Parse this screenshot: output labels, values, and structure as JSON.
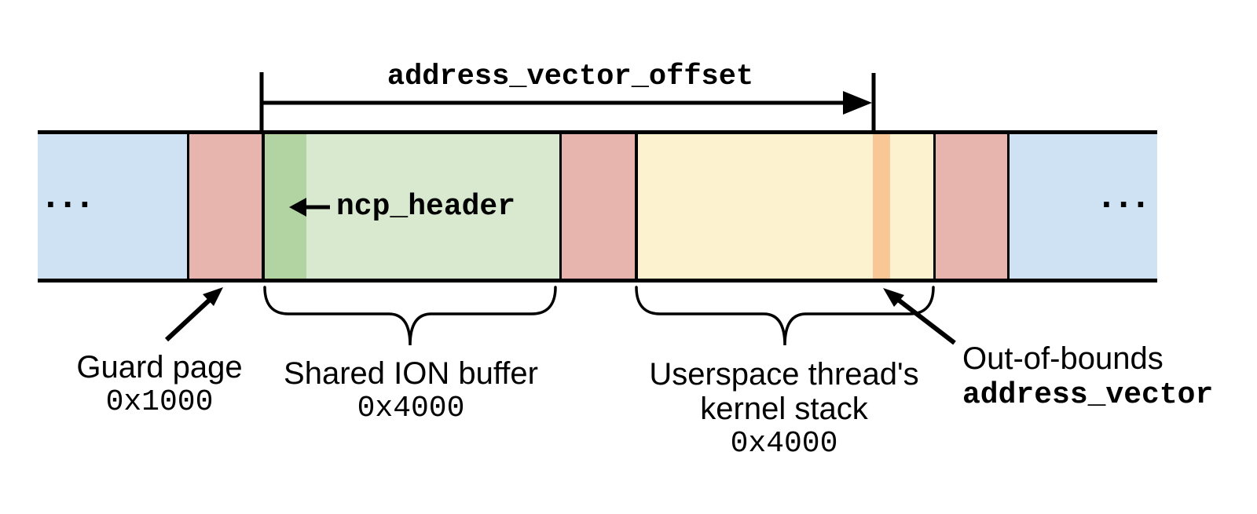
{
  "diagram": {
    "title": "address_vector_offset",
    "bar": {
      "left_ellipsis": "...",
      "right_ellipsis": "...",
      "segments": [
        {
          "name": "memory-before",
          "color": "#cfe2f3"
        },
        {
          "name": "guard-page-left",
          "color": "#e7b5ae"
        },
        {
          "name": "shared-ion-buffer",
          "color": "#d8e9d0",
          "stripe": {
            "name": "ncp-header-region",
            "color": "#b2d3a2"
          }
        },
        {
          "name": "guard-page-middle",
          "color": "#e7b5ae"
        },
        {
          "name": "kernel-stack",
          "color": "#fdf2d0",
          "stripe": {
            "name": "out-of-bounds-address-vector-region",
            "color": "#f8c795"
          }
        },
        {
          "name": "guard-page-right",
          "color": "#e7b5ae"
        },
        {
          "name": "memory-after",
          "color": "#cfe2f3"
        }
      ]
    },
    "annotations": {
      "ncp_header": "ncp_header",
      "guard_page": {
        "label": "Guard page",
        "size": "0x1000"
      },
      "shared_ion": {
        "label": "Shared ION buffer",
        "size": "0x4000"
      },
      "kernel_stack": {
        "label_line1": "Userspace thread's",
        "label_line2": "kernel stack",
        "size": "0x4000"
      },
      "out_of_bounds": {
        "label": "Out-of-bounds",
        "code": "address_vector"
      }
    },
    "colors": {
      "line": "#000000",
      "blue": "#cfe2f3",
      "pink": "#e7b5ae",
      "green_dark": "#b2d3a2",
      "green_light": "#d8e9d0",
      "yellow": "#fdf2d0",
      "orange": "#f8c795"
    }
  }
}
